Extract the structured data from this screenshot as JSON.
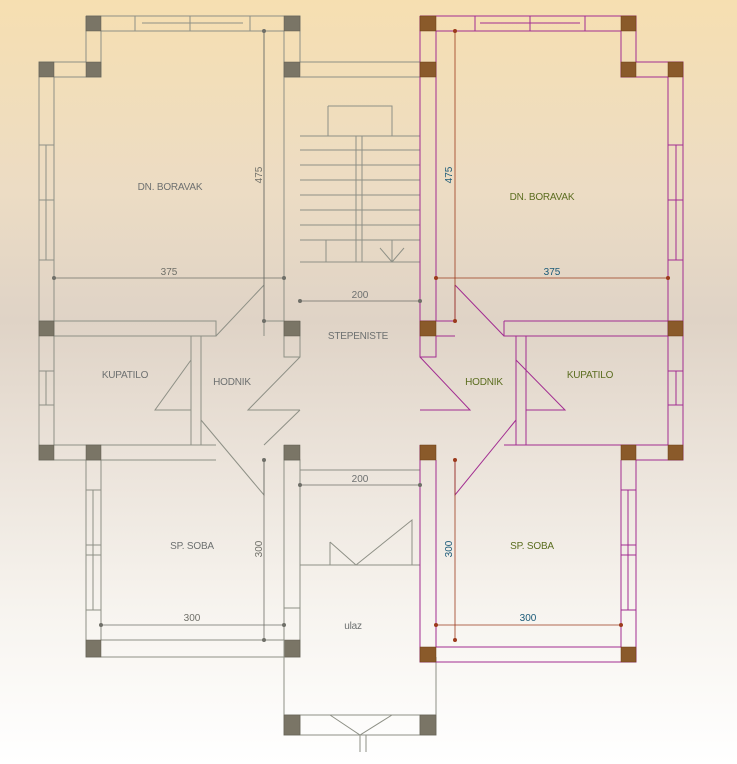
{
  "colors": {
    "wall_left": "#8e9086",
    "wall_right": "#a22d91",
    "column_fill": "#7a7566",
    "column_fill_right": "#8a5a2a",
    "dim_left": "#6f6f68",
    "dim_right": "#9b3a1c",
    "label_left": "#6d7070",
    "label_right": "#5b6d1f",
    "dim_text_right": "#1a5a78"
  },
  "left_unit": {
    "living_room": "DN. BORAVAK",
    "bathroom": "KUPATILO",
    "hallway": "HODNIK",
    "bedroom": "SP. SOBA",
    "dim_living_width": "375",
    "dim_living_height": "475",
    "dim_bedroom_width": "300",
    "dim_bedroom_height": "300"
  },
  "center": {
    "staircase": "STEPENISTE",
    "entrance": "ulaz",
    "dim_stair_width": "200",
    "dim_entry_width": "200"
  },
  "right_unit": {
    "living_room": "DN. BORAVAK",
    "bathroom": "KUPATILO",
    "hallway": "HODNIK",
    "bedroom": "SP. SOBA",
    "dim_living_width": "375",
    "dim_living_height": "475",
    "dim_bedroom_width": "300",
    "dim_bedroom_height": "300"
  }
}
